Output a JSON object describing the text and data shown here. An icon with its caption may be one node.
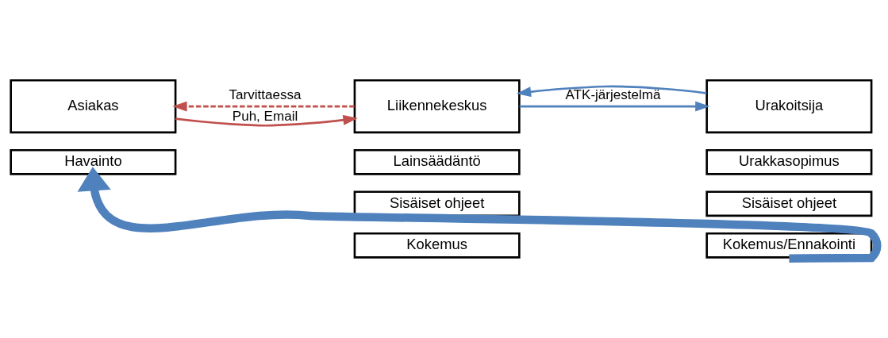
{
  "diagram": {
    "nodes": [
      {
        "text": [
          "Asiakas"
        ]
      },
      {
        "text": [
          "Liikennekeskus"
        ]
      },
      {
        "text": [
          "Urakoitsija"
        ]
      },
      {
        "text": [
          "Havainto"
        ]
      },
      {
        "text": [
          "Lainsäädäntö"
        ]
      },
      {
        "text": [
          "Sisäiset ohjeet"
        ]
      },
      {
        "text": [
          "Kokemus"
        ]
      },
      {
        "text": [
          "Urakkasopimus"
        ]
      },
      {
        "text": [
          "Sisäiset ohjeet"
        ]
      },
      {
        "text": [
          "Kokemus/Ennakointi"
        ]
      }
    ],
    "edges": [
      {
        "from": 0,
        "to": 1,
        "arrow": "to",
        "label": "Puh, Email",
        "color": "#c0504d"
      },
      {
        "from": 1,
        "to": 0,
        "arrow": "to",
        "label": "Tarvittaessa",
        "style": "dashed",
        "color": "#c0504d"
      },
      {
        "from": 1,
        "to": 2,
        "arrow": "to",
        "label": "ATK-järjestelmä",
        "color": "#4f81bd"
      },
      {
        "from": 2,
        "to": 1,
        "arrow": "to",
        "color": "#4f81bd"
      },
      {
        "from": 9,
        "to": 3,
        "arrow": "to",
        "style": "thick",
        "color": "#4f81bd"
      }
    ]
  }
}
